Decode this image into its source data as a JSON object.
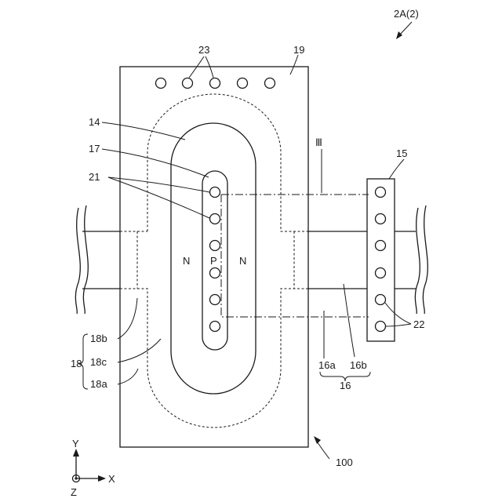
{
  "figure": {
    "figure_id": "2A(2)",
    "ref_19": "19",
    "ref_23": "23",
    "ref_14": "14",
    "ref_17": "17",
    "ref_21": "21",
    "ref_15": "15",
    "ref_22": "22",
    "ref_III": "Ⅲ",
    "ref_18": "18",
    "ref_18a": "18a",
    "ref_18b": "18b",
    "ref_18c": "18c",
    "ref_16": "16",
    "ref_16a": "16a",
    "ref_16b": "16b",
    "ref_100": "100",
    "region_n_left": "N",
    "region_p": "P",
    "region_n_right": "N",
    "axis_y": "Y",
    "axis_x": "X",
    "axis_z": "Z"
  }
}
